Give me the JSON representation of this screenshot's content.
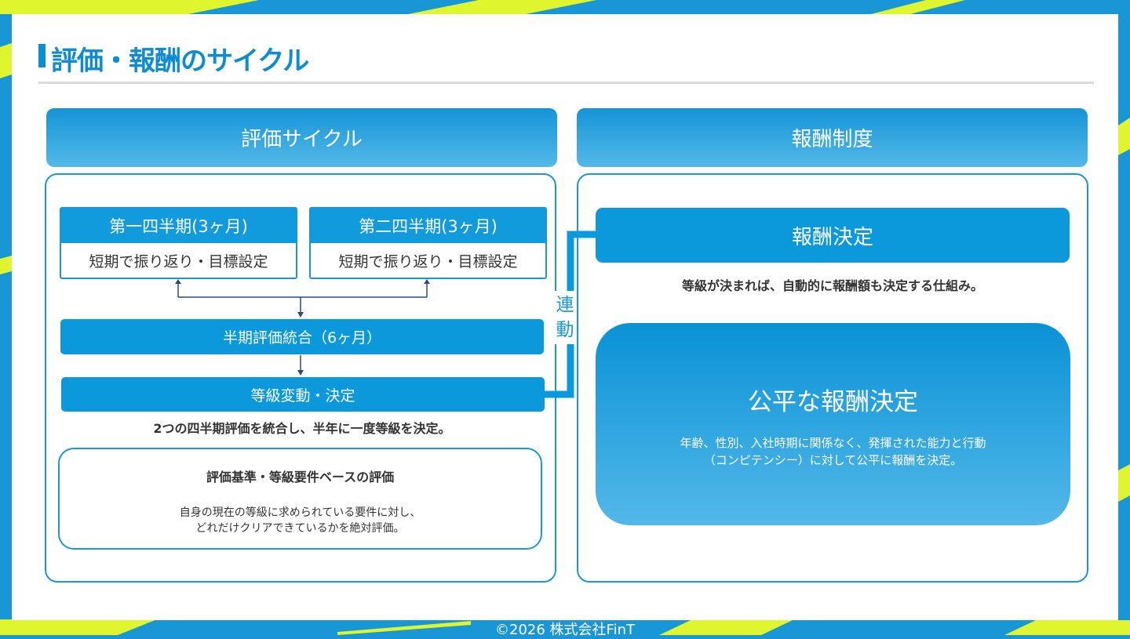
{
  "title": "評価・報酬のサイクル",
  "colors": {
    "accent": "#0d8bd3",
    "background": "#1896d6",
    "highlight": "#dff52e"
  },
  "left": {
    "header": "評価サイクル",
    "q1": {
      "title": "第一四半期(3ヶ月)",
      "desc": "短期で振り返り・目標設定"
    },
    "q2": {
      "title": "第二四半期(3ヶ月)",
      "desc": "短期で振り返り・目標設定"
    },
    "half": "半期評価統合（6ヶ月）",
    "grade": "等級変動・決定",
    "note": "2つの四半期評価を統合し、半年に一度等級を決定。",
    "criteria": {
      "title": "評価基準・等級要件ベースの評価",
      "line1": "自身の現在の等級に求められている要件に対し、",
      "line2": "どれだけクリアできているかを絶対評価。"
    }
  },
  "link": {
    "char1": "連",
    "char2": "動"
  },
  "right": {
    "header": "報酬制度",
    "decision": "報酬決定",
    "note": "等級が決まれば、自動的に報酬額も決定する仕組み。",
    "fair": {
      "title": "公平な報酬決定",
      "line1": "年齢、性別、入社時期に関係なく、発揮された能力と行動",
      "line2": "（コンピテンシー）に対して公平に報酬を決定。"
    }
  },
  "footer": "©2026 株式会社FinT"
}
